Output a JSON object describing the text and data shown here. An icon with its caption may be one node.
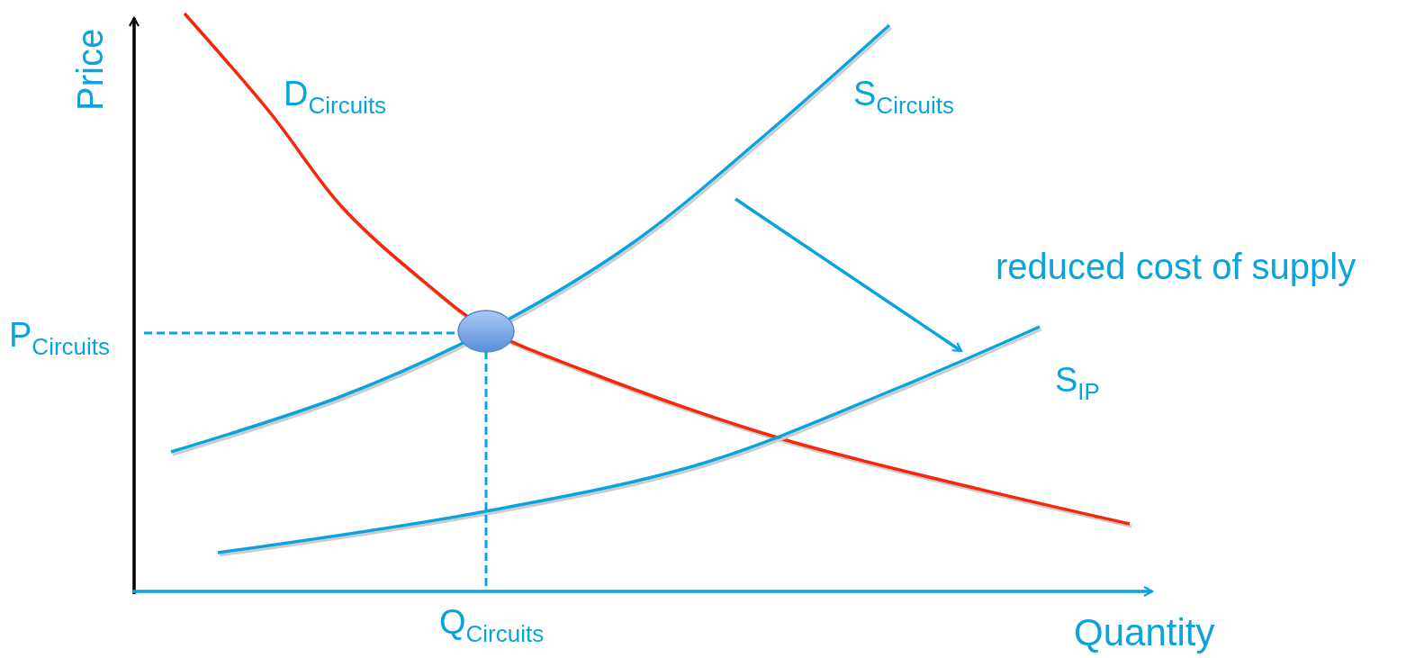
{
  "diagram": {
    "labels": [
      "Price",
      "D$_{Circuits}$",
      "S$_{Circuits}$",
      "reduced cost of supply",
      "P$_{Circuits}$",
      "S$_{IP}$",
      "Q$_{Circuits}$",
      "Quantity"
    ]
  }
}
